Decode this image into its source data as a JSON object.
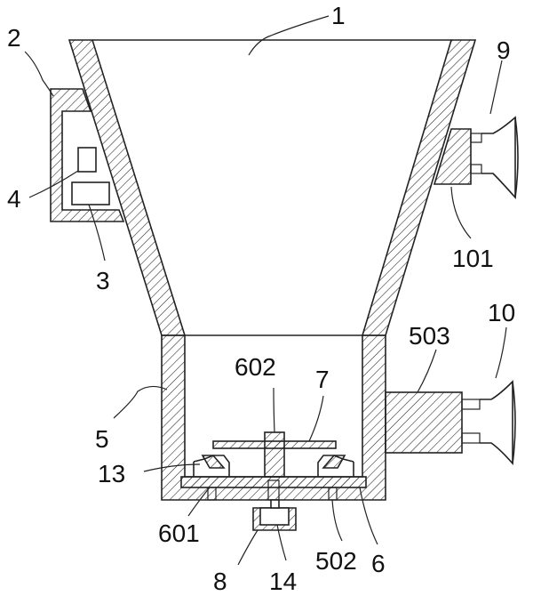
{
  "labels": {
    "l1": "1",
    "l2": "2",
    "l3": "3",
    "l4": "4",
    "l5": "5",
    "l6": "6",
    "l7": "7",
    "l8": "8",
    "l9": "9",
    "l10": "10",
    "l13": "13",
    "l14": "14",
    "l101": "101",
    "l502": "502",
    "l503": "503",
    "l601": "601",
    "l602": "602"
  },
  "colors": {
    "stroke": "#222222",
    "background": "#ffffff"
  }
}
